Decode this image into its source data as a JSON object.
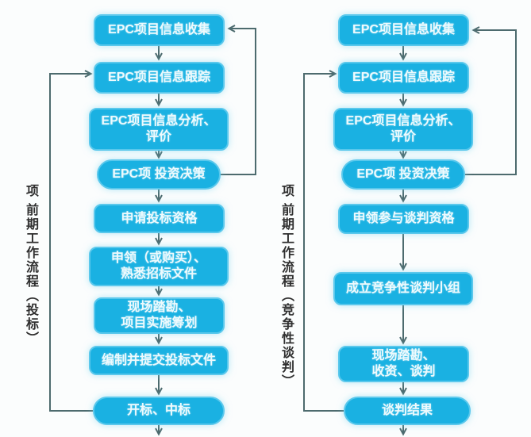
{
  "style": {
    "box_fill": "#1ab1e2",
    "box_border": "#5ac8ec",
    "box_text_color": "#eefafd",
    "connector_color": "#4d6b6e",
    "side_label_color": "#2f2f2f",
    "background": "#fbfdfd"
  },
  "charts": [
    {
      "side_label": "项 前期工作流程（投标）",
      "nodes": [
        {
          "shape": "rect",
          "label": "EPC项目信息收集"
        },
        {
          "shape": "rect",
          "label": "EPC项目信息跟踪"
        },
        {
          "shape": "rect",
          "label": "EPC项目信息分析、\n评价"
        },
        {
          "shape": "pill",
          "label": "EPC项 投资决策"
        },
        {
          "shape": "rect",
          "label": "申请投标资格"
        },
        {
          "shape": "rect",
          "label": "申领（或购买）、\n熟悉招标文件"
        },
        {
          "shape": "rect",
          "label": "现场踏勘、\n项目实施筹划"
        },
        {
          "shape": "rect",
          "label": "编制并提交投标文件"
        },
        {
          "shape": "pill",
          "label": "开标、中标"
        }
      ]
    },
    {
      "side_label": "项 前期工作流程（竞争性谈判）",
      "nodes": [
        {
          "shape": "rect",
          "label": "EPC项目信息收集"
        },
        {
          "shape": "rect",
          "label": "EPC项目信息跟踪"
        },
        {
          "shape": "rect",
          "label": "EPC项目信息分析、\n评价"
        },
        {
          "shape": "pill",
          "label": "EPC项 投资决策"
        },
        {
          "shape": "rect",
          "label": "申领参与谈判资格"
        },
        {
          "shape": "rect",
          "label": "成立竞争性谈判小组"
        },
        {
          "shape": "rect",
          "label": "现场踏勘、\n收资、谈判"
        },
        {
          "shape": "pill",
          "label": "谈判结果"
        }
      ]
    }
  ]
}
